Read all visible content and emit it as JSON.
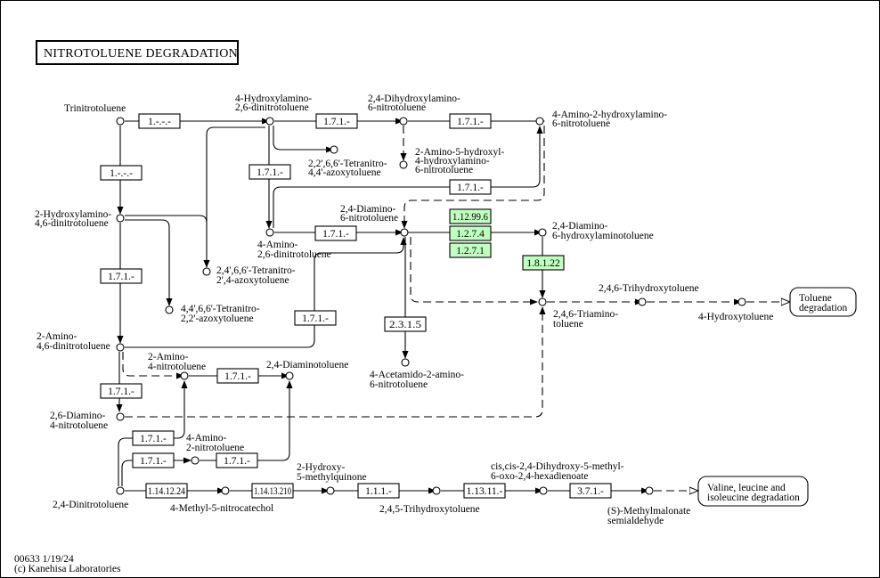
{
  "map": {
    "title": "NITROTOLUENE  DEGRADATION",
    "footer_id": "00633 1/19/24",
    "footer_copyright": "(c) Kanehisa Laboratories",
    "highlight_color": "#bfffbf"
  },
  "compounds": {
    "tnt": "Trinitrotoluene",
    "hadnt4": [
      "4-Hydroxylamino-",
      "2,6-dinitrotoluene"
    ],
    "dhant": [
      "2,4-Dihydroxylamino-",
      "6-nitrotoluene"
    ],
    "ahant": [
      "4-Amino-2-hydroxylamino-",
      "6-nitrotoluene"
    ],
    "ahhant": [
      "2-Amino-5-hydroxyl-",
      "4-hydroxylamino-",
      "6-nitrotoluene"
    ],
    "tnazoxy44": [
      "2,2',6,6'-Tetranitro-",
      "4,4'-azoxytoluene"
    ],
    "hadnt2": [
      "2-Hydroxylamino-",
      "4,6-dinitrotoluene"
    ],
    "adnt4": [
      "4-Amino-",
      "2,6-dinitrotoluene"
    ],
    "dant": [
      "2,4-Diamino-",
      "6-nitrotoluene"
    ],
    "dhat": [
      "2,4-Diamino-",
      "6-hydroxylaminotoluene"
    ],
    "tnazoxy24": [
      "2,4',6,6'-Tetranitro-",
      "2',4-azoxytoluene"
    ],
    "tnazoxy22": [
      "4,4',6,6'-Tetranitro-",
      "2,2'-azoxytoluene"
    ],
    "tht": "2,4,6-Trihydroxytoluene",
    "tat": [
      "2,4,6-Triamino-",
      "toluene"
    ],
    "ht": "4-Hydroxytoluene",
    "adnt2": [
      "2-Amino-",
      "4,6-dinitrotoluene"
    ],
    "aant": [
      "4-Acetamido-2-amino-",
      "6-nitrotoluene"
    ],
    "ant2": [
      "2-Amino-",
      "4-nitrotoluene"
    ],
    "dat": "2,4-Diaminotoluene",
    "dant26": [
      "2,6-Diamino-",
      "4-nitrotoluene"
    ],
    "ant4": [
      "4-Amino-",
      "2-nitrotoluene"
    ],
    "dnt": "2,4-Dinitrotoluene",
    "mnc": "4-Methyl-5-nitrocatechol",
    "hmq": [
      "2-Hydroxy-",
      "5-methylquinone"
    ],
    "thtol": "2,4,5-Trihydroxytoluene",
    "dmhd": [
      "cis,cis-2,4-Dihydroxy-5-methyl-",
      "6-oxo-2,4-hexadienoate"
    ],
    "mms": [
      "(S)-Methylmalonate",
      "semialdehyde"
    ]
  },
  "enzymes": {
    "e_tnt_right": "1.-.-.-",
    "e_tnt_down": "1.-.-.-",
    "e_hadnt4_right": "1.7.1.-",
    "e_dhant_right": "1.7.1.-",
    "e_hadnt4_down": "1.7.1.-",
    "e_adnt4_ahant": "1.7.1.-",
    "e_adnt4_dant": "1.7.1.-",
    "e_dant_1": "1.12.99.6",
    "e_dant_2": "1.2.7.4",
    "e_dant_3": "1.2.7.1",
    "e_dhat_down": "1.8.1.22",
    "e_hadnt2_down": "1.7.1.-",
    "e_adnt2_dant": "1.7.1.-",
    "e_acetyl": "2.3.1.5",
    "e_adnt2_down": "1.7.1.-",
    "e_ant2_dat": "1.7.1.-",
    "e_dnt_a": "1.7.1.-",
    "e_dnt_b": "1.7.1.-",
    "e_ant4_dat": "1.7.1.-",
    "e_dnt_mnc": "1.14.12.24",
    "e_mnc_hmq": "1.14.13.210",
    "e_hmq_thtol": "1.1.1.-",
    "e_thtol_dmhd": "1.13.11.-",
    "e_dmhd_mms": "3.7.1.-"
  },
  "maps": {
    "toluene": [
      "Toluene",
      "degradation"
    ],
    "valine": [
      "Valine, leucine and",
      "isoleucine degradation"
    ]
  }
}
